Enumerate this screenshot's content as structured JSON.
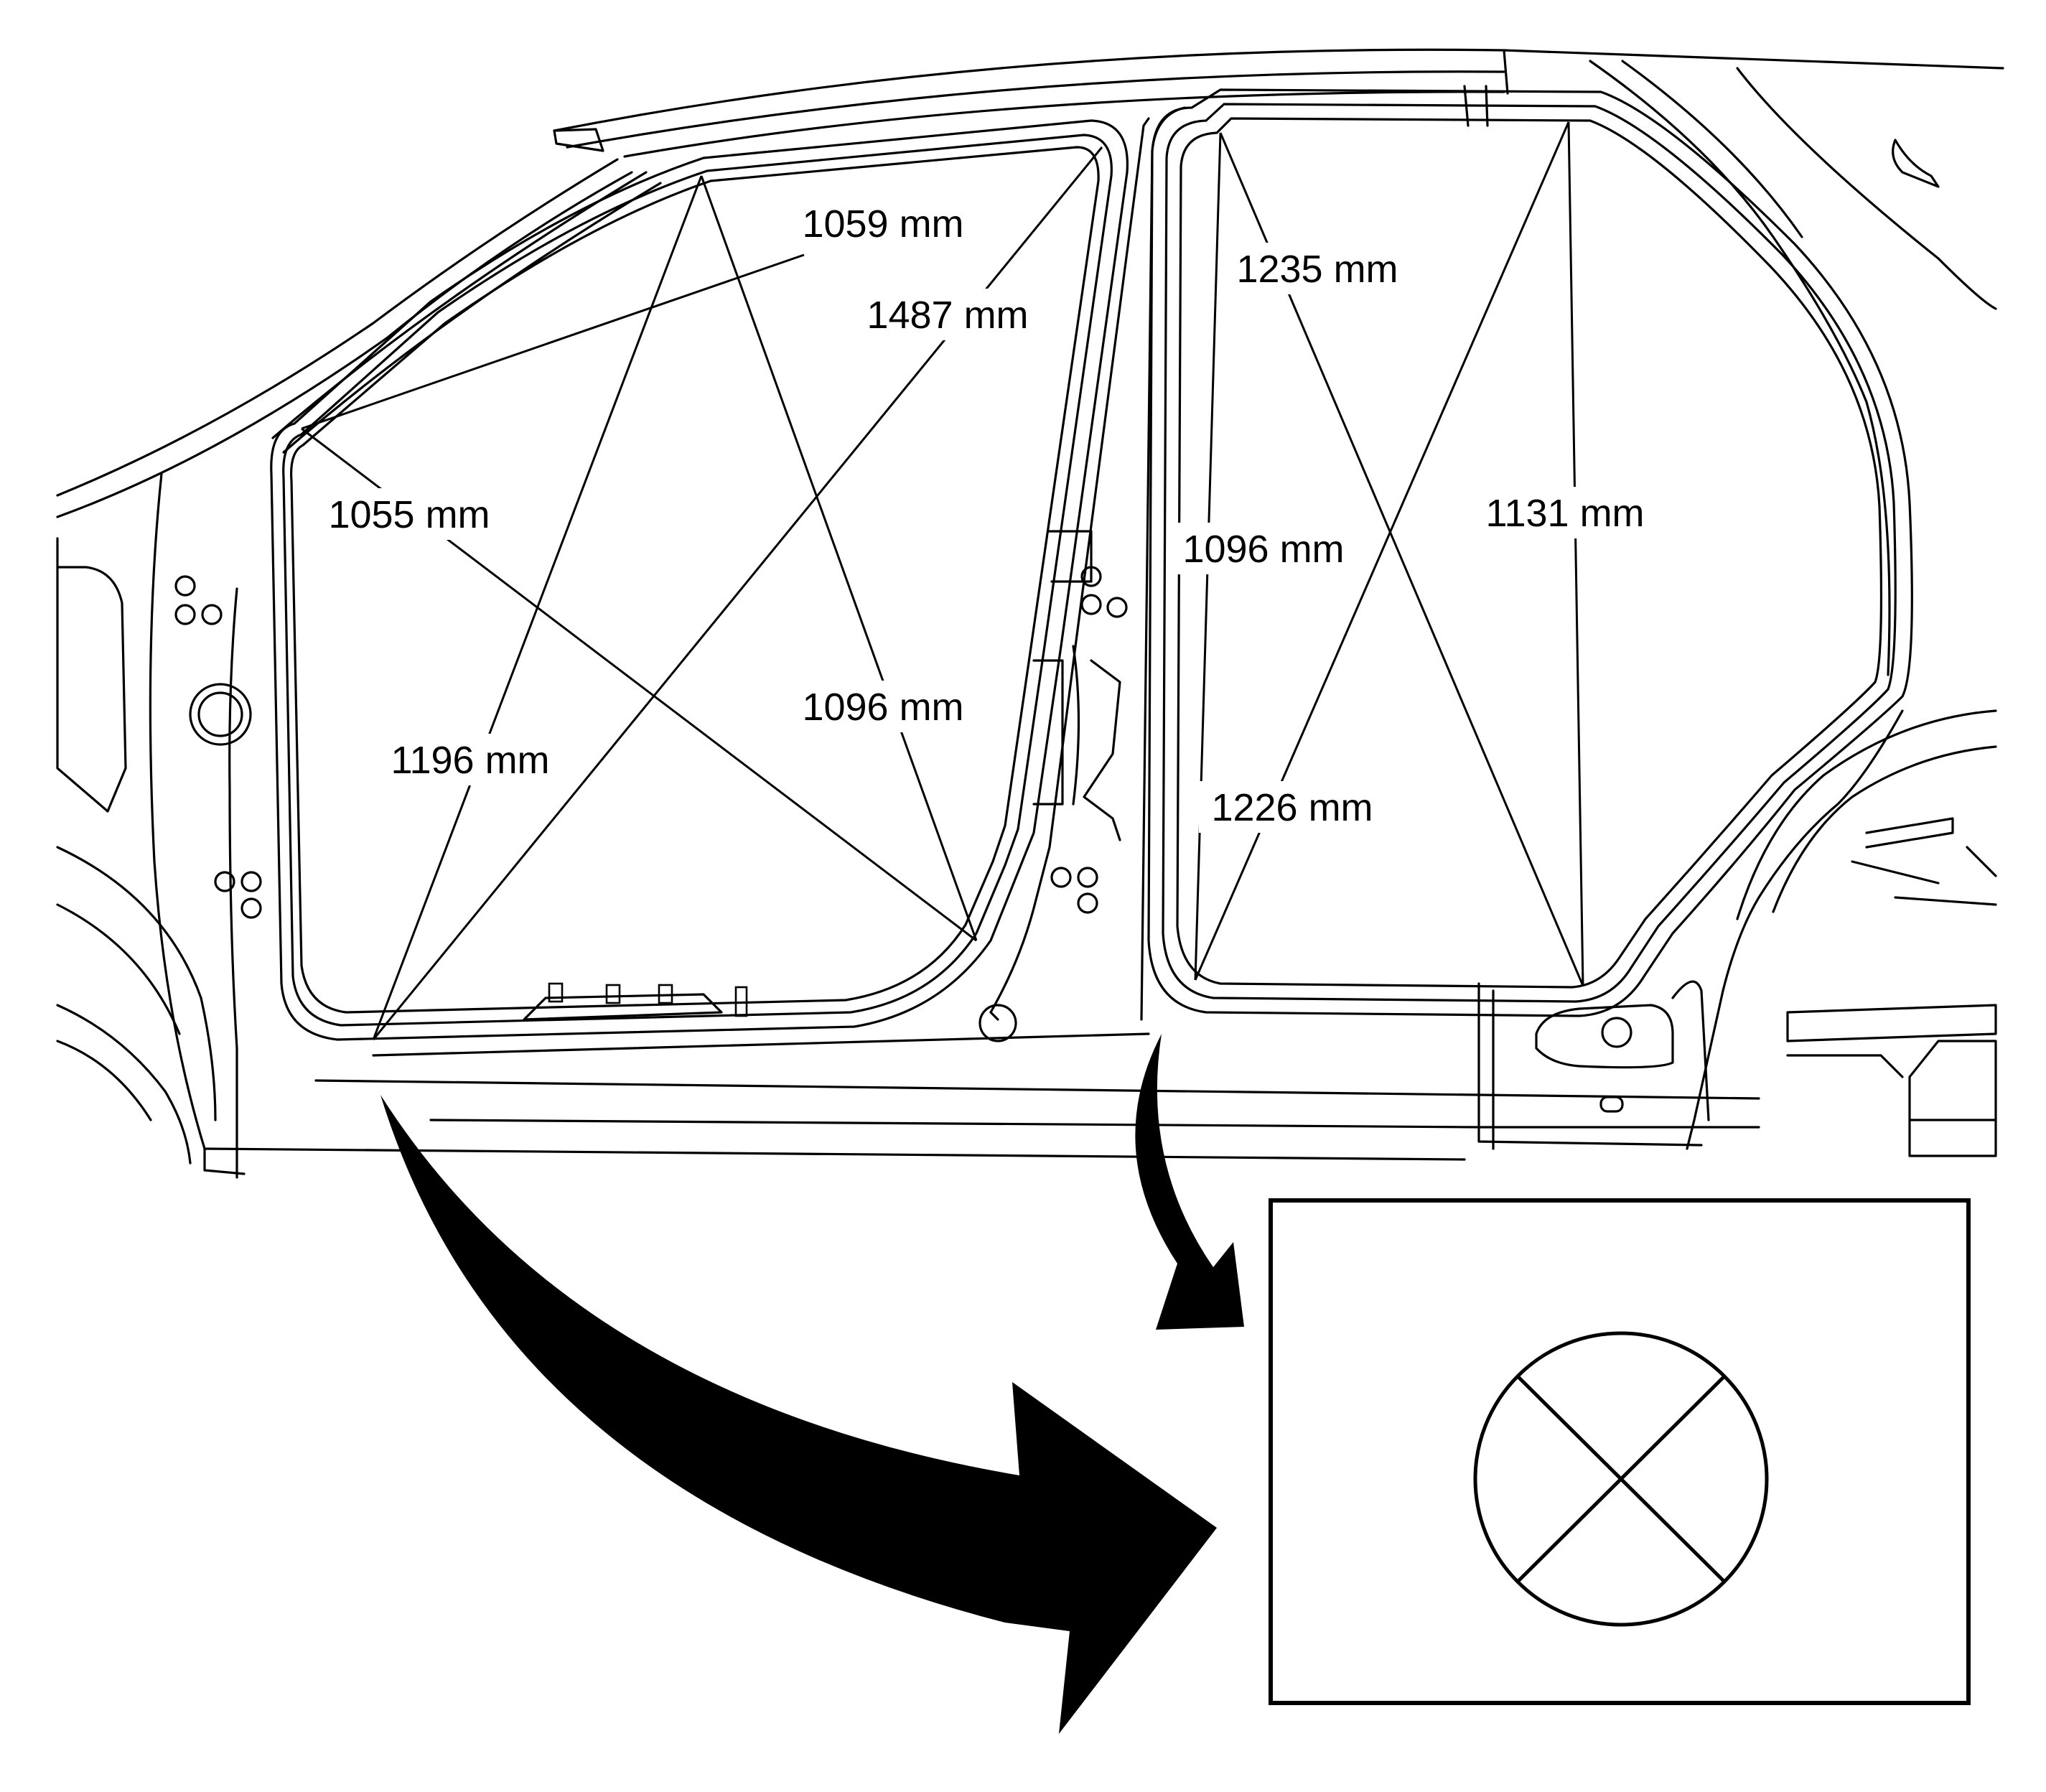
{
  "diagram": {
    "stroke_color": "#000000",
    "background": "#ffffff",
    "front_door_opening": {
      "measurements": [
        {
          "id": "front-1059",
          "text": "1059 mm"
        },
        {
          "id": "front-1487",
          "text": "1487 mm"
        },
        {
          "id": "front-1055",
          "text": "1055 mm"
        },
        {
          "id": "front-1096",
          "text": "1096 mm"
        },
        {
          "id": "front-1196",
          "text": "1196 mm"
        }
      ]
    },
    "rear_door_opening": {
      "measurements": [
        {
          "id": "rear-1235",
          "text": "1235 mm"
        },
        {
          "id": "rear-1096",
          "text": "1096 mm"
        },
        {
          "id": "rear-1131",
          "text": "1131 mm"
        },
        {
          "id": "rear-1226",
          "text": "1226 mm"
        }
      ]
    },
    "detail_inset": {
      "symbol": "measuring-point-x-icon"
    }
  }
}
